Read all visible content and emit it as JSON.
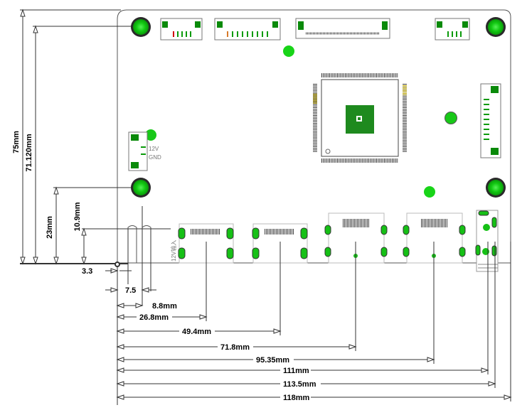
{
  "diagram": {
    "horizontal_dimensions": [
      "3.3",
      "7.5",
      "8.8mm",
      "26.8mm",
      "49.4mm",
      "71.8mm",
      "95.35mm",
      "111mm",
      "113.5mm",
      "118mm"
    ],
    "vertical_dimensions": [
      "75mm",
      "71.120mm",
      "23mm",
      "10.9mm"
    ],
    "board_labels": {
      "power_12v": "12V",
      "power_gnd": "GND",
      "input_12v": "12V输入"
    },
    "colors": {
      "hole_green": "#00c000",
      "chip_green": "#1e8a1e",
      "connector_red": "#d20000",
      "connector_orange": "#d77a2a",
      "outline": "#555555"
    }
  }
}
